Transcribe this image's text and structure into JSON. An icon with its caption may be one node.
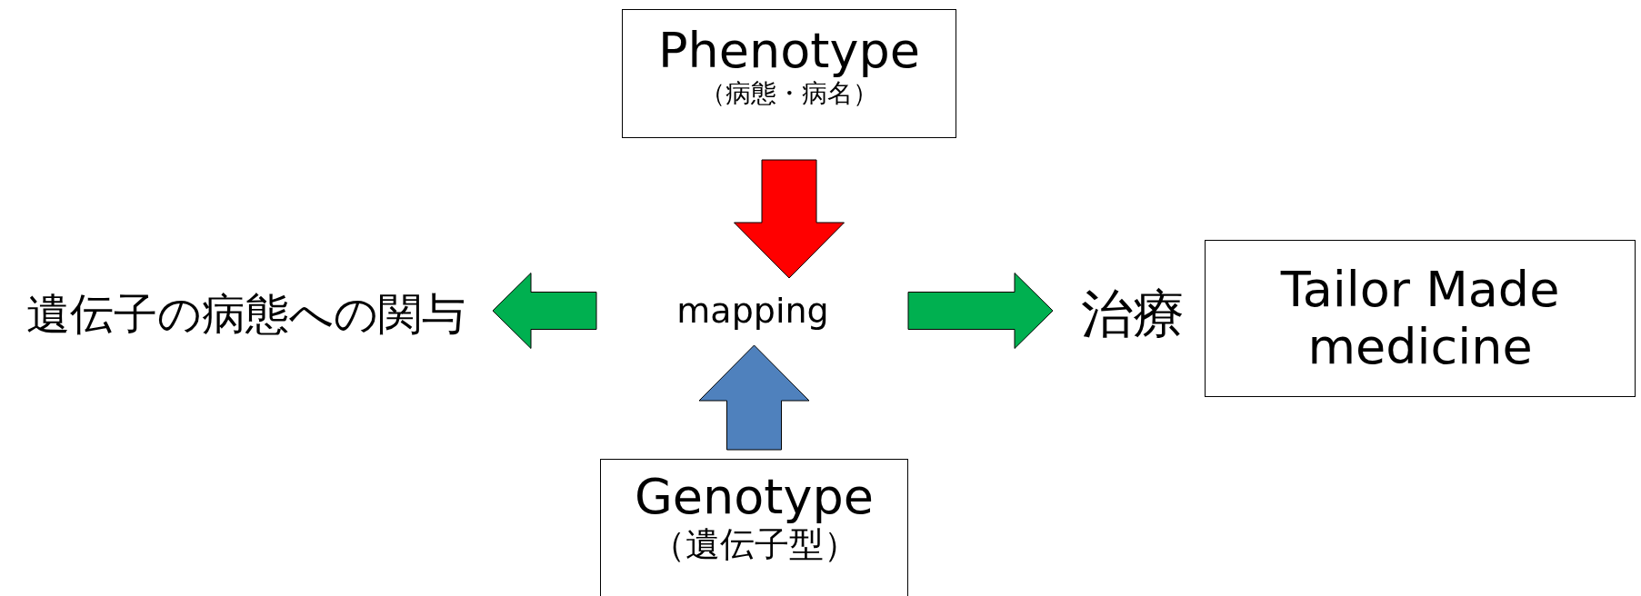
{
  "diagram": {
    "nodes": [
      {
        "text": [
          "Phenotype",
          "（病態・病名）"
        ]
      },
      {
        "text": [
          "mapping"
        ]
      },
      {
        "text": [
          "Genotype",
          "（遺伝子型）"
        ]
      },
      {
        "text": [
          "遺伝子の病態への関与"
        ]
      },
      {
        "text": [
          "治療"
        ]
      },
      {
        "text": [
          "Tailor Made medicine"
        ]
      }
    ],
    "edges": [
      {
        "from": 0,
        "to": 1,
        "arrow": "to",
        "color": "#ff0000"
      },
      {
        "from": 2,
        "to": 1,
        "arrow": "to",
        "color": "#4f81bd"
      },
      {
        "from": 1,
        "to": 3,
        "arrow": "to"
      },
      {
        "from": 1,
        "to": 4,
        "arrow": "to"
      }
    ]
  }
}
